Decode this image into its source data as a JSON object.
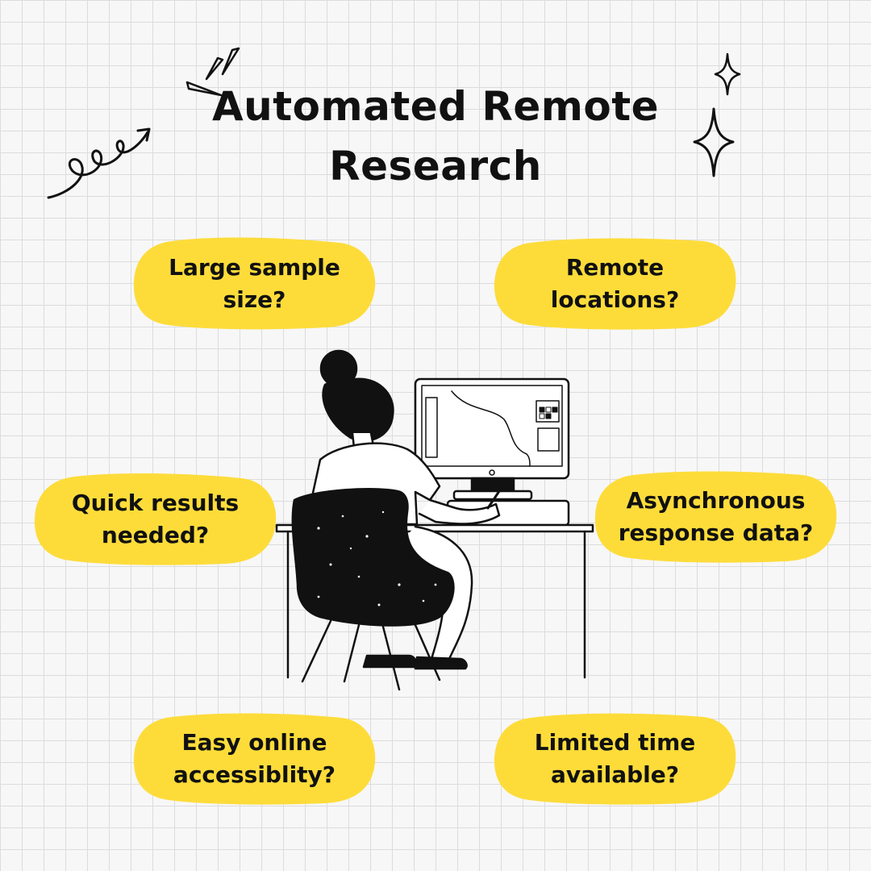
{
  "title": {
    "line1": "Automated Remote",
    "line2": "Research"
  },
  "bubbles": [
    {
      "line1": "Large sample",
      "line2": "size?"
    },
    {
      "line1": "Remote",
      "line2": "locations?"
    },
    {
      "line1": "Quick results",
      "line2": "needed?"
    },
    {
      "line1": "Asynchronous",
      "line2": "response data?"
    },
    {
      "line1": "Easy online",
      "line2": "accessiblity?"
    },
    {
      "line1": "Limited time",
      "line2": "available?"
    }
  ],
  "colors": {
    "bubble": "#fddc3a",
    "ink": "#111111",
    "grid": "#dcdcdc",
    "background": "#f7f7f7"
  },
  "icons": [
    "spiral-arrow-icon",
    "burst-lines-icon",
    "sparkle-icon",
    "sparkle-small-icon"
  ],
  "illustration": "woman-at-computer-illustration"
}
